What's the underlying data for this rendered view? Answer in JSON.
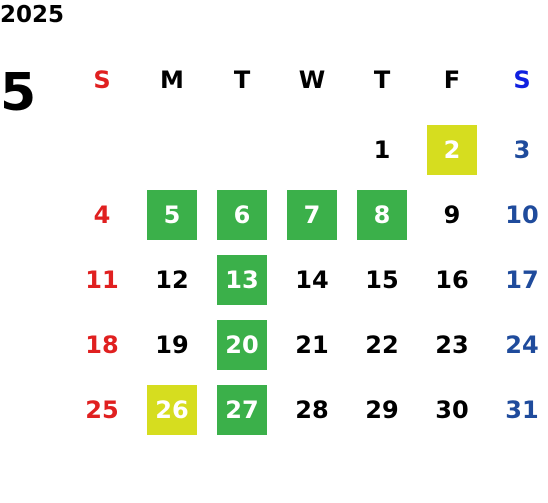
{
  "year": "2025",
  "month": "5",
  "colors": {
    "sunday": "#e02020",
    "saturday_header": "#1020e0",
    "saturday": "#1f4b9c",
    "weekday": "#000000",
    "highlight_green": "#3bb04a",
    "highlight_yellow": "#d6dd1f"
  },
  "weekdays": [
    "S",
    "M",
    "T",
    "W",
    "T",
    "F",
    "S"
  ],
  "weeks": [
    [
      {
        "day": ""
      },
      {
        "day": ""
      },
      {
        "day": ""
      },
      {
        "day": ""
      },
      {
        "day": "1"
      },
      {
        "day": "2",
        "highlight": "yellow"
      },
      {
        "day": "3"
      }
    ],
    [
      {
        "day": "4"
      },
      {
        "day": "5",
        "highlight": "green"
      },
      {
        "day": "6",
        "highlight": "green"
      },
      {
        "day": "7",
        "highlight": "green"
      },
      {
        "day": "8",
        "highlight": "green"
      },
      {
        "day": "9"
      },
      {
        "day": "10"
      }
    ],
    [
      {
        "day": "11"
      },
      {
        "day": "12"
      },
      {
        "day": "13",
        "highlight": "green"
      },
      {
        "day": "14"
      },
      {
        "day": "15"
      },
      {
        "day": "16"
      },
      {
        "day": "17"
      }
    ],
    [
      {
        "day": "18"
      },
      {
        "day": "19"
      },
      {
        "day": "20",
        "highlight": "green"
      },
      {
        "day": "21"
      },
      {
        "day": "22"
      },
      {
        "day": "23"
      },
      {
        "day": "24"
      }
    ],
    [
      {
        "day": "25"
      },
      {
        "day": "26",
        "highlight": "yellow"
      },
      {
        "day": "27",
        "highlight": "green"
      },
      {
        "day": "28"
      },
      {
        "day": "29"
      },
      {
        "day": "30"
      },
      {
        "day": "31"
      }
    ]
  ]
}
